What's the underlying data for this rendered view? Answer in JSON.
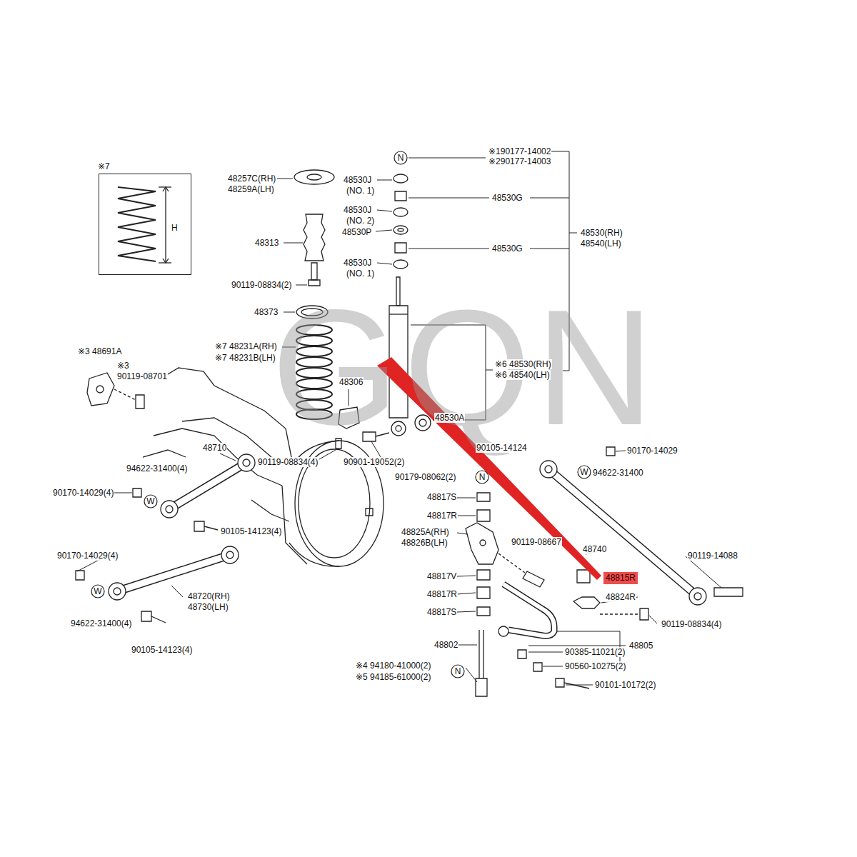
{
  "diagram": {
    "nodes": [
      {
        "text": [
          "※7",
          "H"
        ]
      },
      {
        "text": [
          "N"
        ]
      },
      {
        "text": [
          "W"
        ]
      },
      {
        "text": [
          "W"
        ]
      },
      {
        "text": [
          "N"
        ]
      },
      {
        "text": [
          "W"
        ]
      },
      {
        "text": [
          "N"
        ]
      },
      {
        "text": [
          "48815R"
        ]
      }
    ],
    "labels": [
      "※190177-14002",
      "※290177-14003",
      "48257C(RH)",
      "48259A(LH)",
      "48530J",
      "(NO. 1)",
      "48530G",
      "48530J",
      "(NO. 2)",
      "48530P",
      "48530G",
      "48530J",
      "(NO. 1)",
      "48530(RH)",
      "48540(LH)",
      "48313",
      "90119-08834(2)",
      "48373",
      "※7 48231A(RH)",
      "※7 48231B(LH)",
      "※6 48530(RH)",
      "※6 48540(LH)",
      "※3 48691A",
      "※3",
      "90119-08701",
      "48306",
      "48530A",
      "48710",
      "94622-31400(4)",
      "90119-08834(4)",
      "90901-19052(2)",
      "90105-14124",
      "90170-14029",
      "94622-31400",
      "90170-14029(4)",
      "90179-08062(2)",
      "48817S",
      "48817R",
      "48825A(RH)",
      "48826B(LH)",
      "90105-14123(4)",
      "90119-08667",
      "48740",
      "90170-14029(4)",
      "90119-14088",
      "48817V",
      "48824R",
      "48817R",
      "48720(RH)",
      "48730(LH)",
      "48817S",
      "90119-08834(4)",
      "94622-31400(4)",
      "48802",
      "48805",
      "90385-11021(2)",
      "90560-10275(2)",
      "90105-14123(4)",
      "※4 94180-41000(2)",
      "※5 94185-61000(2)",
      "90101-10172(2)",
      "GQN"
    ]
  }
}
